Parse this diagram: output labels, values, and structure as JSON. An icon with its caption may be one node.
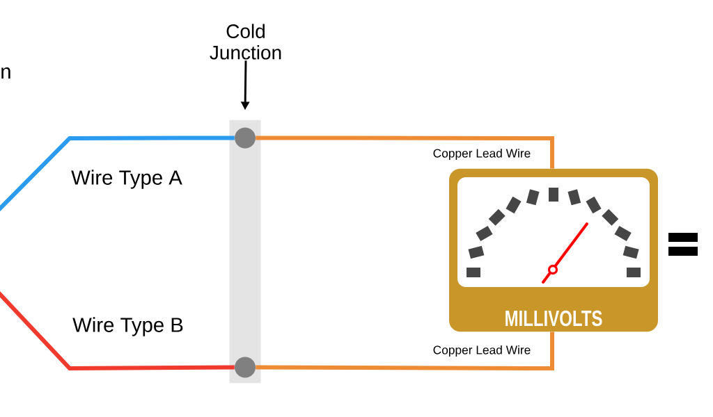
{
  "diagram": {
    "nodes": [
      {
        "text": [
          "Cold Junction"
        ]
      },
      {
        "text": [],
        "shape": "bar"
      },
      {
        "text": [],
        "shape": "circle",
        "in": 1
      },
      {
        "text": [],
        "shape": "circle",
        "in": 1
      },
      {
        "text": [
          "MILLIVOLTS"
        ]
      }
    ],
    "edges": [
      {
        "from": null,
        "to": 2,
        "arrow": "none",
        "label": "Wire Type A",
        "color": "#2b9bf0"
      },
      {
        "from": null,
        "to": 3,
        "arrow": "none",
        "label": "Wire Type B",
        "color": "#f03a2e"
      },
      {
        "from": 2,
        "to": 4,
        "arrow": "none",
        "label": "Copper Lead Wire",
        "color": "#ee8c35"
      },
      {
        "from": 3,
        "to": 4,
        "arrow": "none",
        "label": "Copper Lead Wire",
        "color": "#ee8c35"
      },
      {
        "from": 0,
        "to": 1,
        "arrow": "to",
        "color": "#000000"
      }
    ],
    "labels": [
      "n"
    ]
  }
}
